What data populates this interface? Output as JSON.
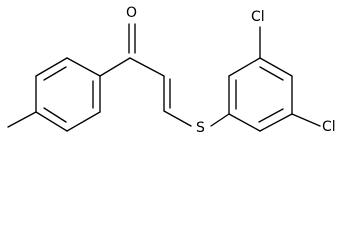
{
  "molecule": {
    "atoms": {
      "oxygen": "O",
      "sulfur": "S",
      "chlorine_ortho": "Cl",
      "chlorine_meta": "Cl"
    }
  }
}
